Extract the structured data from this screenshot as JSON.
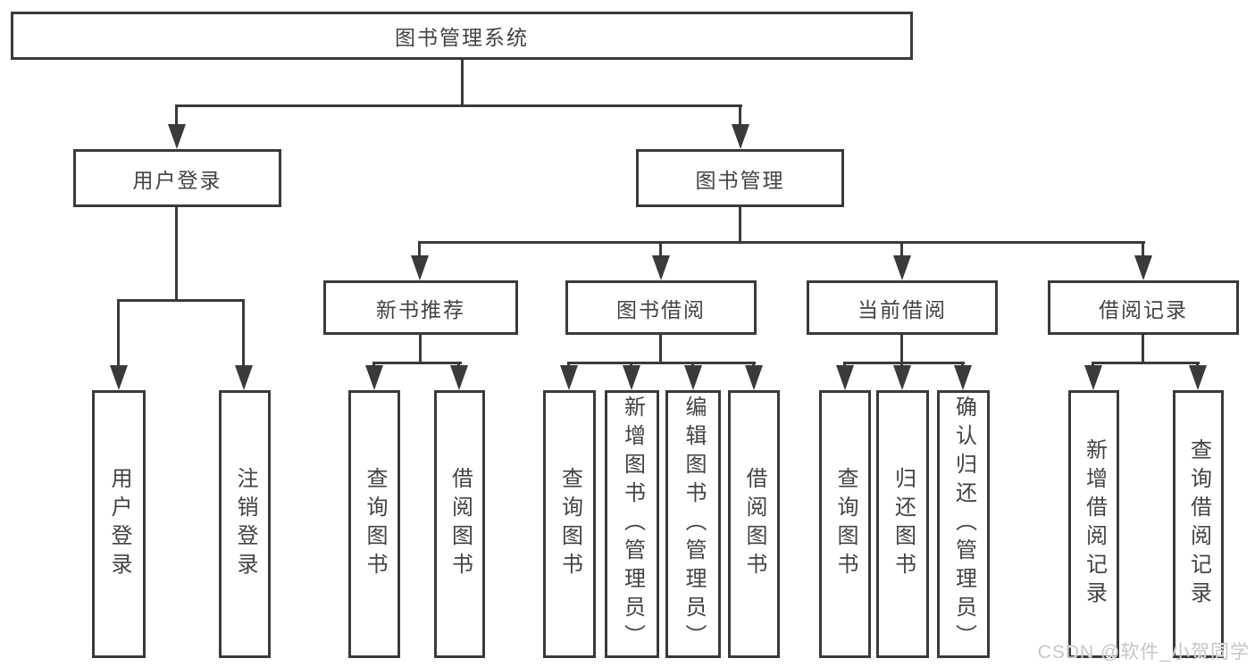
{
  "title": "图书管理系统",
  "watermark": "CSDN @软件_小贺同学",
  "colors": {
    "line": "#3a3a3a",
    "text": "#434343",
    "watermark": "#c6c6c6",
    "background": "#ffffff"
  },
  "level2": [
    {
      "label": "用户登录"
    },
    {
      "label": "图书管理"
    }
  ],
  "level3": [
    {
      "label": "新书推荐"
    },
    {
      "label": "图书借阅"
    },
    {
      "label": "当前借阅"
    },
    {
      "label": "借阅记录"
    }
  ],
  "leaves": {
    "user_login": [
      "用户登录",
      "注销登录"
    ],
    "new_book_rec": [
      "查询图书",
      "借阅图书"
    ],
    "book_borrow": [
      "查询图书",
      "新增图书（管理员）",
      "编辑图书（管理员）",
      "借阅图书"
    ],
    "current_borrow": [
      "查询图书",
      "归还图书",
      "确认归还（管理员）"
    ],
    "borrow_record": [
      "新增借阅记录",
      "查询借阅记录"
    ]
  }
}
